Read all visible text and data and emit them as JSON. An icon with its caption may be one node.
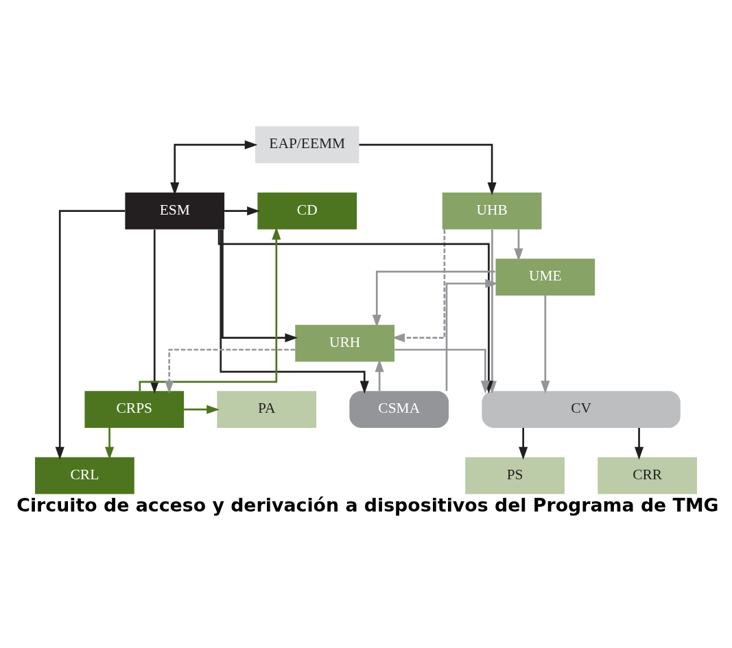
{
  "diagram": {
    "caption": "Circuito de acceso y derivación a dispositivos del Programa de TMG",
    "nodes": [
      {
        "text": [
          "EAP/EEMM"
        ]
      },
      {
        "text": [
          "UHB"
        ]
      },
      {
        "text": [
          "CD"
        ]
      },
      {
        "text": [
          "ESM"
        ]
      },
      {
        "text": [
          "UME"
        ]
      },
      {
        "text": [
          "PA"
        ]
      },
      {
        "text": [
          "CRPS"
        ]
      },
      {
        "text": [
          "CSMA"
        ]
      },
      {
        "text": [
          "URH"
        ]
      },
      {
        "text": [
          "CRL"
        ]
      },
      {
        "text": [
          "CV"
        ]
      },
      {
        "text": [
          "PS"
        ]
      },
      {
        "text": [
          "CRR"
        ]
      }
    ],
    "edges": [
      {
        "from": 3,
        "to": 0,
        "arrow": "both"
      },
      {
        "from": 0,
        "to": 1,
        "arrow": "to"
      },
      {
        "from": 3,
        "to": 2,
        "arrow": "to"
      },
      {
        "from": 3,
        "to": 6,
        "arrow": "to"
      },
      {
        "from": 3,
        "to": 7,
        "arrow": "to"
      },
      {
        "from": 3,
        "to": 10,
        "arrow": "to"
      },
      {
        "from": 3,
        "to": 9,
        "arrow": "to"
      },
      {
        "from": 3,
        "to": 8,
        "arrow": "to"
      },
      {
        "from": 6,
        "to": 2,
        "arrow": "to",
        "color": "#4d7520"
      },
      {
        "from": 6,
        "to": 5,
        "arrow": "to",
        "color": "#4d7520"
      },
      {
        "from": 6,
        "to": 9,
        "arrow": "to",
        "color": "#4d7520"
      },
      {
        "from": 8,
        "to": 6,
        "arrow": "to",
        "style": "dashed",
        "color": "#939598"
      },
      {
        "from": 1,
        "to": 4,
        "arrow": "to",
        "color": "#939598"
      },
      {
        "from": 1,
        "to": 8,
        "arrow": "to",
        "style": "dashed",
        "color": "#939598"
      },
      {
        "from": 1,
        "to": 10,
        "arrow": "to",
        "color": "#939598"
      },
      {
        "from": 7,
        "to": 4,
        "arrow": "to",
        "color": "#939598"
      },
      {
        "from": 7,
        "to": 8,
        "arrow": "to",
        "color": "#939598"
      },
      {
        "from": 4,
        "to": 8,
        "arrow": "to",
        "color": "#939598"
      },
      {
        "from": 4,
        "to": 10,
        "arrow": "to",
        "color": "#939598"
      },
      {
        "from": 8,
        "to": 10,
        "arrow": "to",
        "color": "#939598"
      },
      {
        "from": 10,
        "to": 11,
        "arrow": "to"
      },
      {
        "from": 10,
        "to": 12,
        "arrow": "to"
      }
    ]
  }
}
